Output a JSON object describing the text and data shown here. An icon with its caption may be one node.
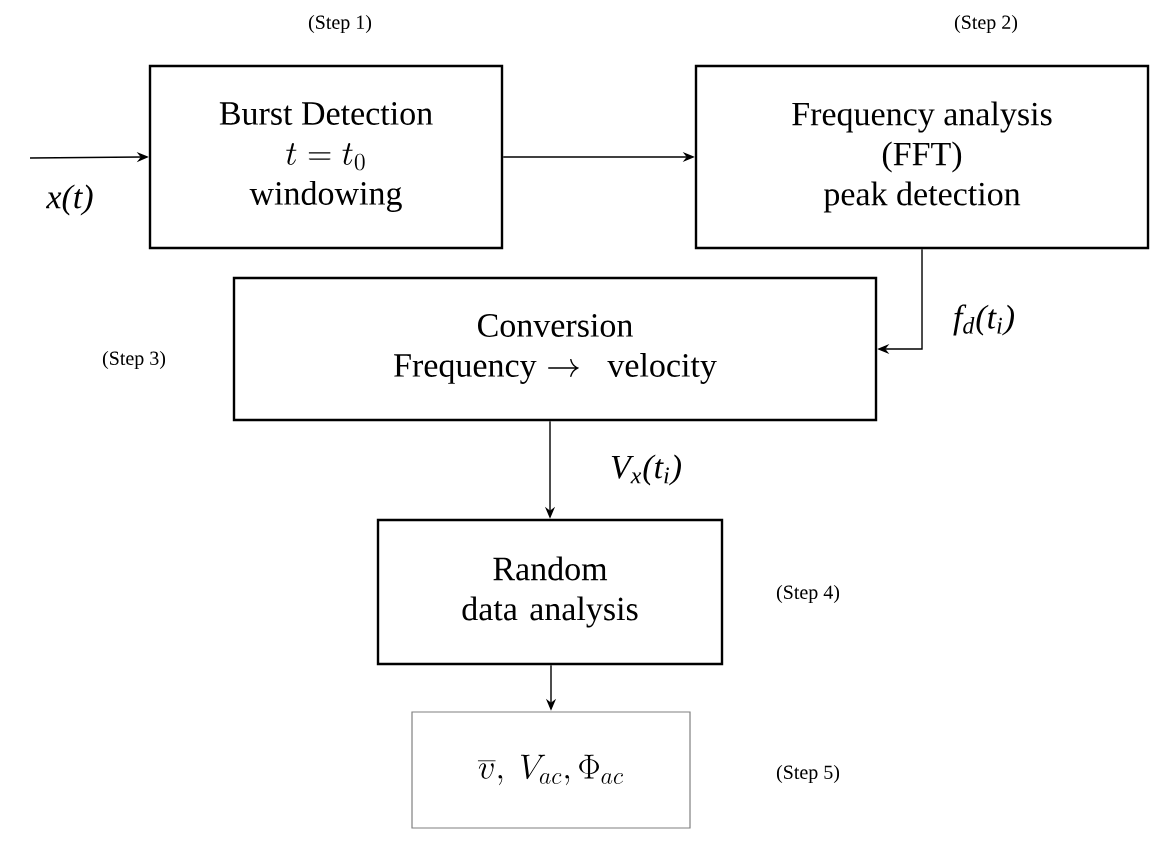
{
  "diagram": {
    "nodes": [
      {
        "text": [
          "Burst Detection",
          "t = t_0",
          "windowing"
        ],
        "beside": [
          "(Step 1)"
        ]
      },
      {
        "text": [
          "Frequency analysis",
          "(FFT)",
          "peak detection"
        ],
        "beside": [
          "(Step 2)"
        ]
      },
      {
        "text": [
          "Conversion",
          "\\mathrm{Frequency} \\rightarrow\\ \\ \\mathrm{velocity}"
        ],
        "beside": [
          "(Step 3)"
        ]
      },
      {
        "text": [
          "Random data analysis"
        ],
        "beside": [
          "(Step 4)"
        ]
      },
      {
        "text": [
          "\\overline{v},\\ V_{ac}, \\Phi_{ac}"
        ]
      }
    ],
    "labels": [
      "(Step 5)"
    ],
    "edges": [
      {
        "from": null,
        "to": 0,
        "arrow": "to",
        "label": "x(t)"
      },
      {
        "from": 0,
        "to": 1,
        "arrow": "to"
      },
      {
        "from": 1,
        "to": 2,
        "arrow": "to",
        "label": "f$_{d}$(t$_{i}$)"
      },
      {
        "from": 2,
        "to": 3,
        "arrow": "to",
        "label": "V$_{x}$(t$_{i}$)"
      },
      {
        "from": 3,
        "to": 4,
        "arrow": "to"
      }
    ]
  }
}
